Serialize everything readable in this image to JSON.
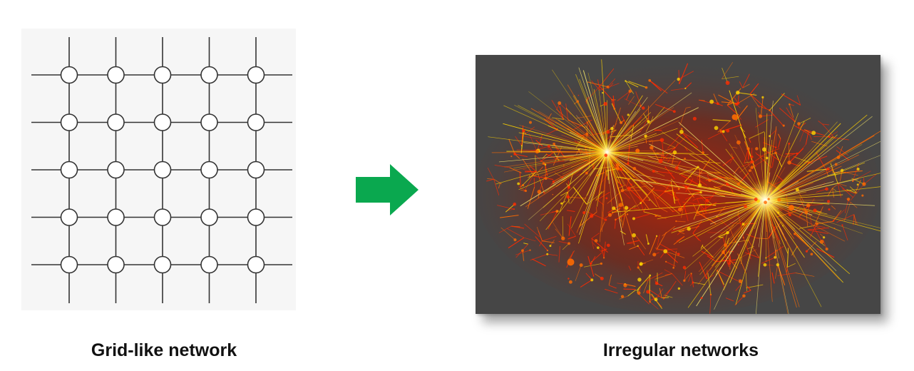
{
  "captions": {
    "left": "Grid-like network",
    "right": "Irregular networks"
  },
  "grid": {
    "rows": 5,
    "cols": 5,
    "node_shape": "circle",
    "node_fill": "#ffffff",
    "edge_color": "#333333"
  },
  "arrow": {
    "direction": "right",
    "color": "#0aa84f"
  },
  "network": {
    "background": "#464646",
    "colors": [
      "#ff2a00",
      "#ff6a00",
      "#ffd400",
      "#ffffff"
    ],
    "hubs": 2
  }
}
